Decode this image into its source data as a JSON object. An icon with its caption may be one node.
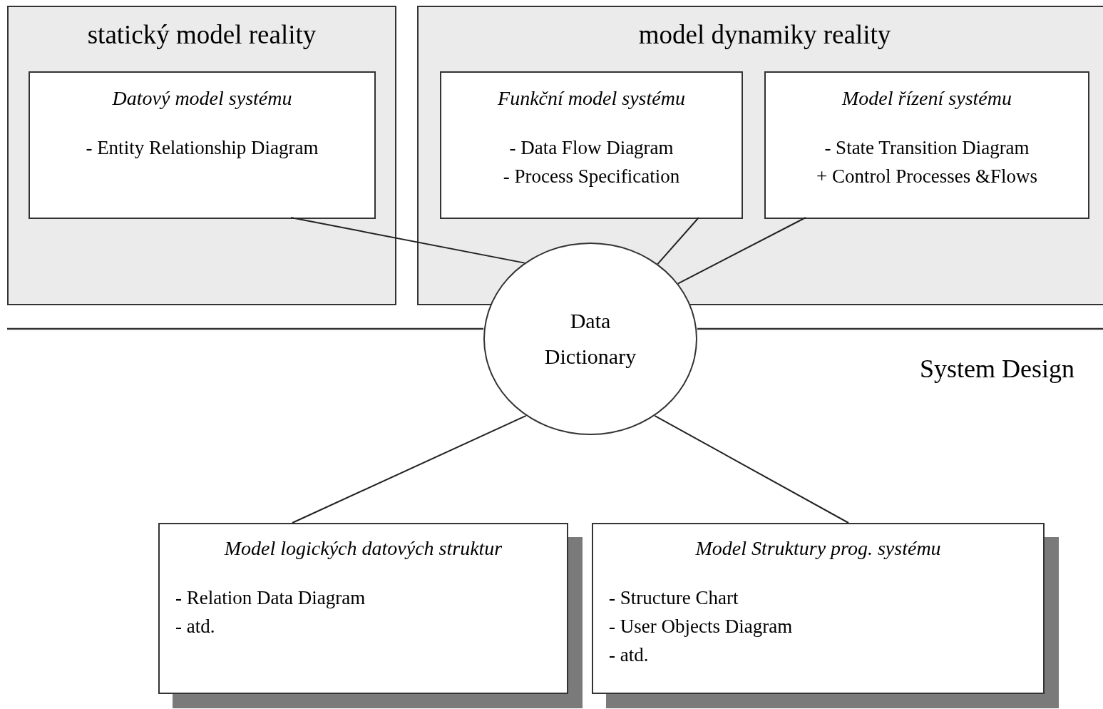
{
  "diagram": {
    "nodes": [
      {
        "text": [
          "statický model reality"
        ]
      },
      {
        "text": [
          "Datový model systému",
          "- Entity Relationship Diagram"
        ],
        "in": 0
      },
      {
        "text": [
          "model dynamiky reality"
        ]
      },
      {
        "text": [
          "Funkční model systému",
          "- Data Flow Diagram",
          "- Process Specification"
        ],
        "in": 2
      },
      {
        "text": [
          "Model řízení systému",
          "- State Transition Diagram",
          "+ Control Processes &Flows"
        ],
        "in": 2
      },
      {
        "text": [
          "Data Dictionary"
        ]
      },
      {
        "text": [
          "Model logických datových struktur",
          "- Relation Data Diagram",
          "- atd."
        ]
      },
      {
        "text": [
          "Model Struktury prog. systému",
          "- Structure Chart",
          "- User Objects Diagram",
          "- atd."
        ]
      }
    ],
    "edges": [
      {
        "from": 1,
        "to": 5,
        "arrow": "none"
      },
      {
        "from": 3,
        "to": 5,
        "arrow": "none"
      },
      {
        "from": 4,
        "to": 5,
        "arrow": "none"
      },
      {
        "from": 5,
        "to": 6,
        "arrow": "none"
      },
      {
        "from": 5,
        "to": 7,
        "arrow": "none"
      }
    ],
    "labels": [
      "System Design"
    ]
  }
}
